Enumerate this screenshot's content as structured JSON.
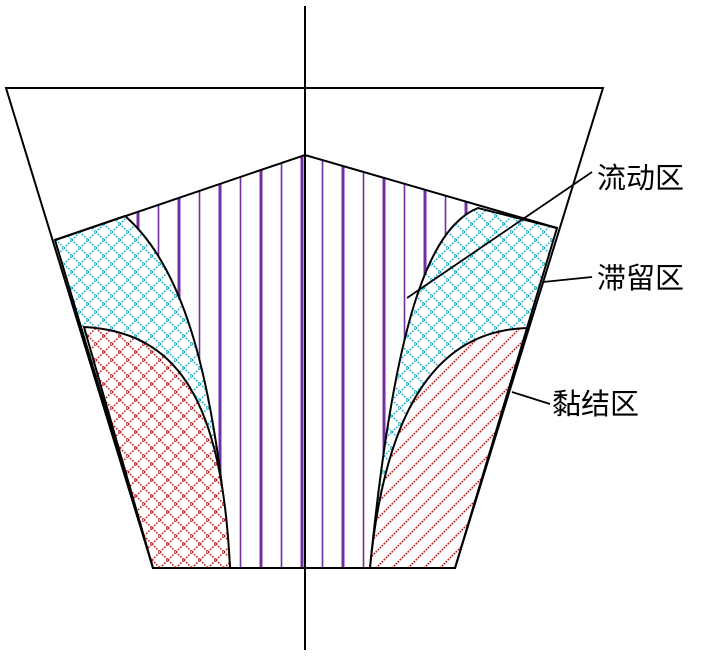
{
  "labels": {
    "flow_zone": "流动区",
    "stagnant_zone": "滞留区",
    "sticky_zone": "黏结区"
  },
  "colors": {
    "outline": "#000000",
    "flow_stripe": "#7030a0",
    "stagnant_hatch": "#1fa8c4",
    "sticky_hatch": "#b01c1c",
    "background": "#ffffff"
  },
  "patterns": {
    "flow_zone": "vertical-stripes",
    "stagnant_zone": "dotted-crosshatch",
    "sticky_zone_left": "dotted-crosshatch",
    "sticky_zone_right": "dotted-diagonal"
  }
}
